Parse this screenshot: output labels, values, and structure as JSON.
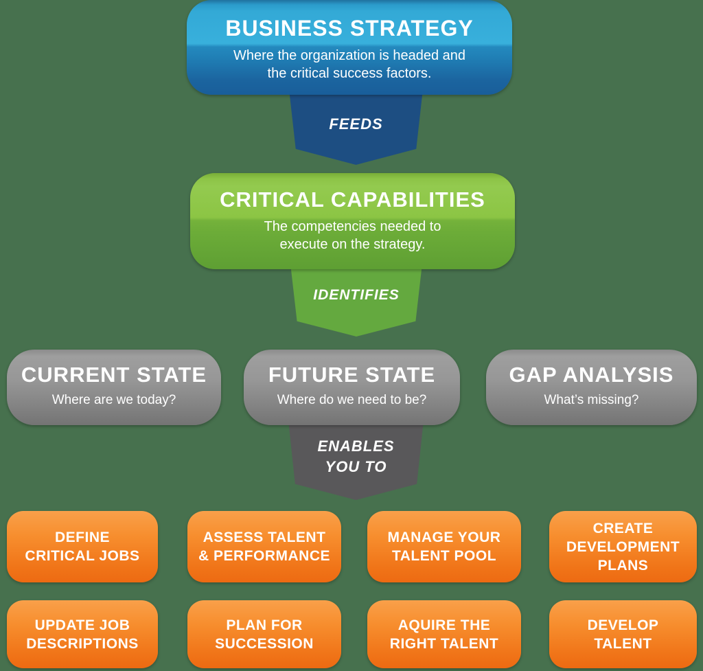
{
  "nodes": {
    "business_strategy": {
      "title": "BUSINESS STRATEGY",
      "subtitle": "Where the organization is headed and\nthe critical success factors."
    },
    "critical_capabilities": {
      "title": "CRITICAL CAPABILITIES",
      "subtitle": "The competencies needed to\nexecute on the strategy."
    },
    "states": [
      {
        "title": "CURRENT STATE",
        "subtitle": "Where are we today?"
      },
      {
        "title": "FUTURE STATE",
        "subtitle": "Where do we need to be?"
      },
      {
        "title": "GAP ANALYSIS",
        "subtitle": "What’s missing?"
      }
    ],
    "actions": [
      {
        "label": "DEFINE\nCRITICAL JOBS"
      },
      {
        "label": "ASSESS TALENT\n& PERFORMANCE"
      },
      {
        "label": "MANAGE YOUR\nTALENT POOL"
      },
      {
        "label": "CREATE\nDEVELOPMENT\nPLANS"
      },
      {
        "label": "UPDATE JOB\nDESCRIPTIONS"
      },
      {
        "label": "PLAN FOR\nSUCCESSION"
      },
      {
        "label": "AQUIRE THE\nRIGHT TALENT"
      },
      {
        "label": "DEVELOP\nTALENT"
      }
    ]
  },
  "connectors": {
    "feeds": "FEEDS",
    "identifies": "IDENTIFIES",
    "enables": "ENABLES\nYOU TO"
  },
  "colors": {
    "background": "#47714E",
    "blue_top": "#38B0DC",
    "blue_bottom": "#195E9A",
    "blue_arrow": "#1D4E82",
    "green_top": "#93CA4F",
    "green_bottom": "#5E9F33",
    "green_arrow": "#64A93F",
    "gray_top": "#9E9E9E",
    "gray_bottom": "#747474",
    "gray_arrow": "#59585A",
    "orange_top": "#F9A04A",
    "orange_bottom": "#ED6A12",
    "text": "#FFFFFF"
  }
}
